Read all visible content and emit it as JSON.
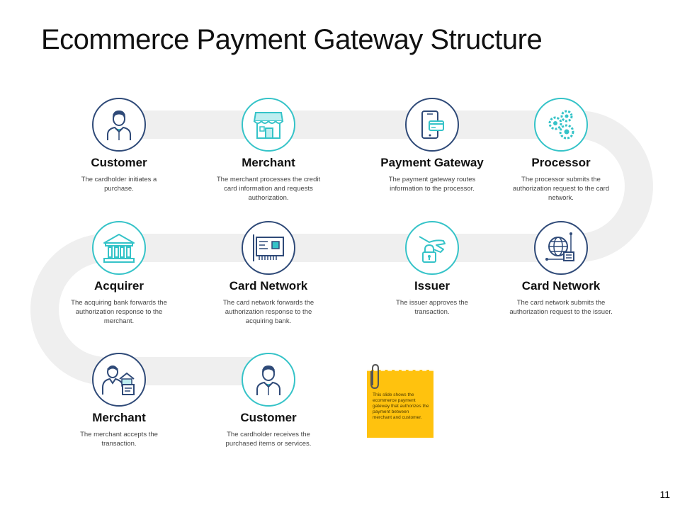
{
  "title": "Ecommerce Payment Gateway Structure",
  "steps": [
    {
      "title": "Customer",
      "desc": "The cardholder initiates a purchase.",
      "icon": "man-icon",
      "ring": "navy"
    },
    {
      "title": "Merchant",
      "desc": "The merchant processes the credit card information and requests authorization.",
      "icon": "shop-icon",
      "ring": "teal"
    },
    {
      "title": "Payment Gateway",
      "desc": "The payment gateway routes information to the processor.",
      "icon": "phone-card-icon",
      "ring": "navy"
    },
    {
      "title": "Processor",
      "desc": "The processor submits the authorization request to the card network.",
      "icon": "gears-icon",
      "ring": "teal"
    },
    {
      "title": "Card Network",
      "desc": "The card network submits the authorization request to the issuer.",
      "icon": "globe-network-icon",
      "ring": "navy"
    },
    {
      "title": "Issuer",
      "desc": "The issuer approves the transaction.",
      "icon": "hand-lock-icon",
      "ring": "teal"
    },
    {
      "title": "Card Network",
      "desc": "The card network forwards the authorization response to the acquiring bank.",
      "icon": "circuit-card-icon",
      "ring": "navy"
    },
    {
      "title": "Acquirer",
      "desc": "The acquiring bank forwards the authorization response to the merchant.",
      "icon": "bank-icon",
      "ring": "teal"
    },
    {
      "title": "Merchant",
      "desc": "The merchant accepts the transaction.",
      "icon": "merchant-house-icon",
      "ring": "navy"
    },
    {
      "title": "Customer",
      "desc": "The cardholder receives the purchased items or services.",
      "icon": "man-icon",
      "ring": "teal"
    }
  ],
  "note": "This slide shows the ecommerce payment gateway that authorizes the payment between merchant and customer.",
  "page_number": "11",
  "colors": {
    "teal": "#35c3c8",
    "navy": "#2f4a78",
    "path": "#efefef",
    "note": "#ffc20e"
  }
}
